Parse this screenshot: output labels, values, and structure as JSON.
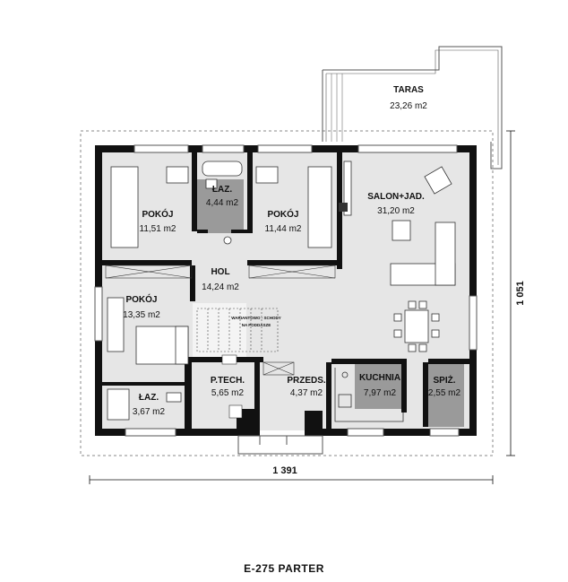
{
  "plan": {
    "title": "E-275 PARTER",
    "dim_width": "1 391",
    "dim_height": "1 051",
    "stairs_note_line1": "WARIANTOWO - SCHODY",
    "stairs_note_line2": "NA PODDASZE",
    "rooms": {
      "taras": {
        "name": "TARAS",
        "area": "23,26 m2"
      },
      "pokoj1": {
        "name": "POKÓJ",
        "area": "11,51 m2"
      },
      "laz1": {
        "name": "ŁAZ.",
        "area": "4,44 m2"
      },
      "pokoj2": {
        "name": "POKÓJ",
        "area": "11,44 m2"
      },
      "salon": {
        "name": "SALON+JAD.",
        "area": "31,20 m2"
      },
      "hol": {
        "name": "HOL",
        "area": "14,24 m2"
      },
      "pokoj3": {
        "name": "POKÓJ",
        "area": "13,35 m2"
      },
      "laz2": {
        "name": "ŁAZ.",
        "area": "3,67 m2"
      },
      "ptech": {
        "name": "P.TECH.",
        "area": "5,65 m2"
      },
      "przeds": {
        "name": "PRZEDS.",
        "area": "4,37 m2"
      },
      "kuchnia": {
        "name": "KUCHNIA",
        "area": "7,97 m2"
      },
      "spiz": {
        "name": "SPIŻ.",
        "area": "2,55 m2"
      }
    }
  },
  "colors": {
    "wall": "#111111",
    "room_fill": "#e6e6e6",
    "wet_fill": "#9a9a9a",
    "outline_dashed": "#888888"
  }
}
